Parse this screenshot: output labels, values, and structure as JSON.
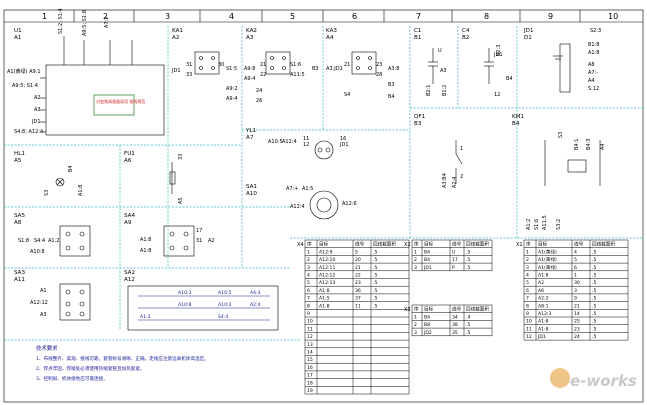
{
  "columns": [
    "1",
    "2",
    "3",
    "4",
    "5",
    "6",
    "7",
    "8",
    "9",
    "10"
  ],
  "components": {
    "u1": {
      "tag": "U1",
      "pos": "A1",
      "terms": [
        "A1(黄绿) A9:1",
        "A9:5; S1:4",
        "A2",
        "A3",
        "JD1",
        "S4:8; A12:4",
        "S1:2; S1:4",
        "A7:2",
        "A9:5; S1:8"
      ]
    },
    "ka1": {
      "tag": "KA1",
      "pos": "A2",
      "terms": [
        "31",
        "33",
        "30",
        "JD1",
        "A9:2",
        "A9:4",
        "S1:5"
      ]
    },
    "ka2": {
      "tag": "KA2",
      "pos": "A3",
      "terms": [
        "21",
        "22",
        "A9:8",
        "A9:4",
        "S1:6",
        "A11:5",
        "24",
        "26",
        "B3"
      ]
    },
    "ka3": {
      "tag": "KA3",
      "pos": "A4",
      "terms": [
        "A3:JD1",
        "21",
        "23",
        "28",
        "A3:8",
        "B3",
        "B4",
        "S4"
      ]
    },
    "c1": {
      "tag": "C1",
      "pos": "B1",
      "terms": [
        "B2:1",
        "U",
        "B1:2",
        "A3"
      ]
    },
    "c4": {
      "tag": "C4",
      "pos": "B2",
      "terms": [
        "B2:3",
        "JD1",
        "12",
        "B4"
      ]
    },
    "jd1": {
      "tag": "JD1",
      "pos": "D1",
      "terms": [
        "S2:3",
        "B1:8",
        "A1:8",
        "A8",
        "A7:-",
        "A4",
        "S:12"
      ]
    },
    "hl1": {
      "tag": "HL1",
      "pos": "A5",
      "terms": [
        "B4",
        "A1:8",
        "S3"
      ]
    },
    "fu1": {
      "tag": "FU1",
      "pos": "A6",
      "terms": [
        "33",
        "A5"
      ]
    },
    "yl1": {
      "tag": "YL1",
      "pos": "A7",
      "terms": [
        "A10:5",
        "A12:4",
        "11",
        "12",
        "16",
        "JD1"
      ]
    },
    "sa1": {
      "tag": "SA1",
      "pos": "A10",
      "terms": [
        "A7:+",
        "A1:5",
        "A12:6",
        "A12:4"
      ]
    },
    "qf1": {
      "tag": "QF1",
      "pos": "B3",
      "terms": [
        "A3:B4",
        "A2:4",
        "1",
        "2"
      ]
    },
    "km1": {
      "tag": "KM1",
      "pos": "B4",
      "terms": [
        "S3",
        "B4:1",
        "A1:2",
        "S1:6",
        "A11:5",
        "S3:2",
        "B4:3",
        "A4"
      ]
    },
    "sa5": {
      "tag": "SA5",
      "pos": "A8",
      "terms": [
        "S1:8",
        "S4:4",
        "A1:2",
        "A10:8"
      ]
    },
    "sa4": {
      "tag": "SA4",
      "pos": "A9",
      "terms": [
        "17",
        "A1:8",
        "31",
        "A2",
        "A1:8"
      ]
    },
    "sa3": {
      "tag": "SA3",
      "pos": "A11",
      "terms": [
        "A1",
        "A12:12",
        "A3"
      ]
    },
    "sa2": {
      "tag": "SA2",
      "pos": "A12",
      "terms": [
        "A10:3",
        "A10:5",
        "A10:8",
        "A10:2",
        "A4:3",
        "A2:4",
        "A1:2",
        "S4:4"
      ]
    }
  },
  "red_note": "对变频调速器采用 接线规范",
  "tables": {
    "x4": {
      "id": "X4",
      "headers": [
        "序",
        "目标",
        "线号",
        "回线截面积"
      ],
      "rows": [
        [
          "1",
          "A12:9",
          "5",
          ".5"
        ],
        [
          "2",
          "A12:10",
          "20",
          ".5"
        ],
        [
          "3",
          "A12:11",
          "21",
          ".5"
        ],
        [
          "4",
          "A12:12",
          "22",
          ".5"
        ],
        [
          "5",
          "A12:13",
          "23",
          ".5"
        ],
        [
          "6",
          "A1:8",
          "36",
          ".5"
        ],
        [
          "7",
          "A1:5",
          "37",
          ".5"
        ],
        [
          "8",
          "A1:8",
          "11",
          ".5"
        ],
        [
          "9",
          "",
          "",
          ""
        ],
        [
          "10",
          "",
          "",
          ""
        ],
        [
          "11",
          "",
          "",
          ""
        ],
        [
          "12",
          "",
          "",
          ""
        ],
        [
          "13",
          "",
          "",
          ""
        ],
        [
          "14",
          "",
          "",
          ""
        ],
        [
          "15",
          "",
          "",
          ""
        ],
        [
          "16",
          "",
          "",
          ""
        ],
        [
          "17",
          "",
          "",
          ""
        ],
        [
          "18",
          "",
          "",
          ""
        ],
        [
          "19",
          "",
          "",
          ""
        ]
      ]
    },
    "x2": {
      "id": "X2",
      "headers": [
        "序",
        "目标",
        "线号",
        "回线截面积"
      ],
      "rows": [
        [
          "1",
          "B4",
          "U",
          ".5"
        ],
        [
          "2",
          "B4",
          "17",
          ".5"
        ],
        [
          "3",
          "JD1",
          "P",
          ".5"
        ]
      ]
    },
    "x3": {
      "id": "X3",
      "headers": [
        "序",
        "目标",
        "线号",
        "回线截面积"
      ],
      "rows": [
        [
          "1",
          "B4",
          "34",
          ".4"
        ],
        [
          "2",
          "B8",
          "38",
          ".5"
        ],
        [
          "3",
          "JD2",
          "35",
          ".5"
        ]
      ]
    },
    "x1": {
      "id": "X1",
      "headers": [
        "序",
        "目标",
        "线号",
        "回线截面积"
      ],
      "rows": [
        [
          "1",
          "A1(黄绿)",
          "4",
          ".5"
        ],
        [
          "2",
          "A1(黄绿)",
          "5",
          ".5"
        ],
        [
          "3",
          "A1(黄绿)",
          "6",
          ".5"
        ],
        [
          "4",
          "A1:8",
          "1",
          ".5"
        ],
        [
          "5",
          "A2",
          "30",
          ".5"
        ],
        [
          "6",
          "A6",
          "3",
          ".5"
        ],
        [
          "7",
          "A2:2",
          "9",
          ".5"
        ],
        [
          "8",
          "A8:1",
          "21",
          ".5"
        ],
        [
          "9",
          "A12:3",
          "14",
          ".5"
        ],
        [
          "10",
          "A1:8",
          "25",
          ".5"
        ],
        [
          "11",
          "A1:8",
          "23",
          ".5"
        ],
        [
          "12",
          "JD1",
          "24",
          ".5"
        ]
      ]
    }
  },
  "notes": {
    "title": "技术要求",
    "items": [
      "1、布线整齐、美观、接线可靠。套管标号清晰、正确，走线应注意远离机体高温区。",
      "2、焊点牢固，焊接处必须使用热缩套管且加热套紧。",
      "3、控制屏、机体接地应可靠连接。"
    ]
  },
  "watermark": "e-works"
}
